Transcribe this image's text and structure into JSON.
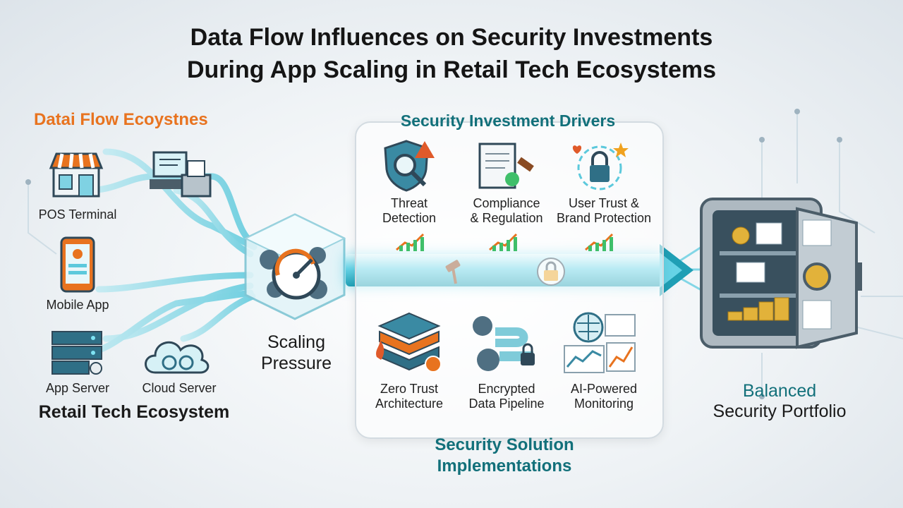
{
  "title": {
    "line1": "Data Flow Influences on Security Investments",
    "line2": "During App Scaling in Retail Tech Ecosystems"
  },
  "left": {
    "heading": "Datai Flow Ecoystnes",
    "nodes": {
      "pos": "POS Terminal",
      "mobile": "Mobile App",
      "app_server": "App Server",
      "cloud_server": "Cloud Server"
    },
    "footer": "Retail Tech Ecosystem"
  },
  "center": {
    "scaling": "Scaling\nPressure"
  },
  "drivers": {
    "heading": "Security Investment Drivers",
    "items": [
      {
        "label": "Threat\nDetection",
        "icon": "shield-magnifier-icon"
      },
      {
        "label": "Compliance\n& Regulation",
        "icon": "scroll-gavel-icon"
      },
      {
        "label": "User Trust &\nBrand Protection",
        "icon": "padlock-heart-icon"
      }
    ]
  },
  "solutions": {
    "heading": "Security Solution\nImplementations",
    "items": [
      {
        "label": "Zero Trust\nArchitecture",
        "icon": "server-stack-icon"
      },
      {
        "label": "Encrypted\nData Pipeline",
        "icon": "encrypted-pipe-icon"
      },
      {
        "label": "AI-Powered\nMonitoring",
        "icon": "ai-brain-icon"
      }
    ]
  },
  "right": {
    "line1": "Balanced",
    "line2": "Security Portfolio"
  },
  "colors": {
    "accent_teal": "#12707a",
    "accent_orange": "#e8731f",
    "flow_cyan": "#3cc7de"
  }
}
